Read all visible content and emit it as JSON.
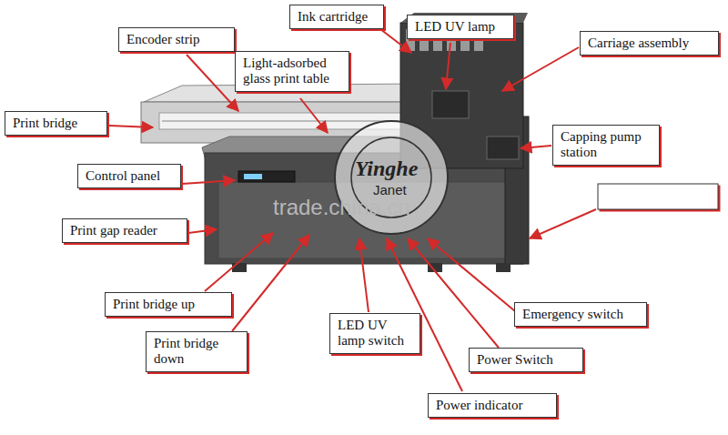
{
  "diagram": {
    "nodes": [
      {
        "text": [
          "Ink cartridge"
        ]
      },
      {
        "text": [
          "LED UV lamp"
        ]
      },
      {
        "text": [
          "Encoder strip"
        ]
      },
      {
        "text": [
          "Carriage assembly"
        ]
      },
      {
        "text": [
          "Light-adsorbed glass print table"
        ]
      },
      {
        "text": [
          "Print bridge"
        ]
      },
      {
        "text": [
          "Capping pump station"
        ]
      },
      {
        "text": [
          "Control panel"
        ]
      },
      {
        "text": [
          "Print gap reader"
        ]
      },
      {
        "text": [
          "Print bridge up"
        ]
      },
      {
        "text": [
          "Emergency switch"
        ]
      },
      {
        "text": [
          "LED UV lamp switch"
        ]
      },
      {
        "text": [
          "Print bridge down"
        ]
      },
      {
        "text": [
          "Power Switch"
        ]
      },
      {
        "text": [
          "Power indicator"
        ]
      }
    ],
    "edges": [],
    "labels": [
      "Yinghe",
      "Janet",
      "trade.china.cn"
    ]
  }
}
